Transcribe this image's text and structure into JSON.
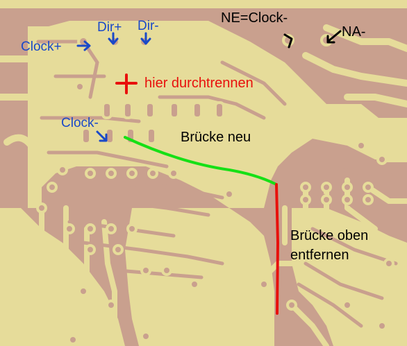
{
  "labels": {
    "clock_plus": "Clock+",
    "dir_plus": "Dir+",
    "dir_minus": "Dir-",
    "clock_minus": "Clock-",
    "ne_clock": "NE=Clock-",
    "na_minus": "NA-",
    "cut_here": "hier durchtrennen",
    "bridge_new": "Brücke neu",
    "bridge_remove_line1": "Brücke oben",
    "bridge_remove_line2": "entfernen"
  },
  "colors": {
    "board": "#c9a08e",
    "copper": "#e6dc9a",
    "label_blue": "#1a49c8",
    "wire_green": "#16e016",
    "wire_red": "#e8100c",
    "annotation_black": "#000000"
  }
}
